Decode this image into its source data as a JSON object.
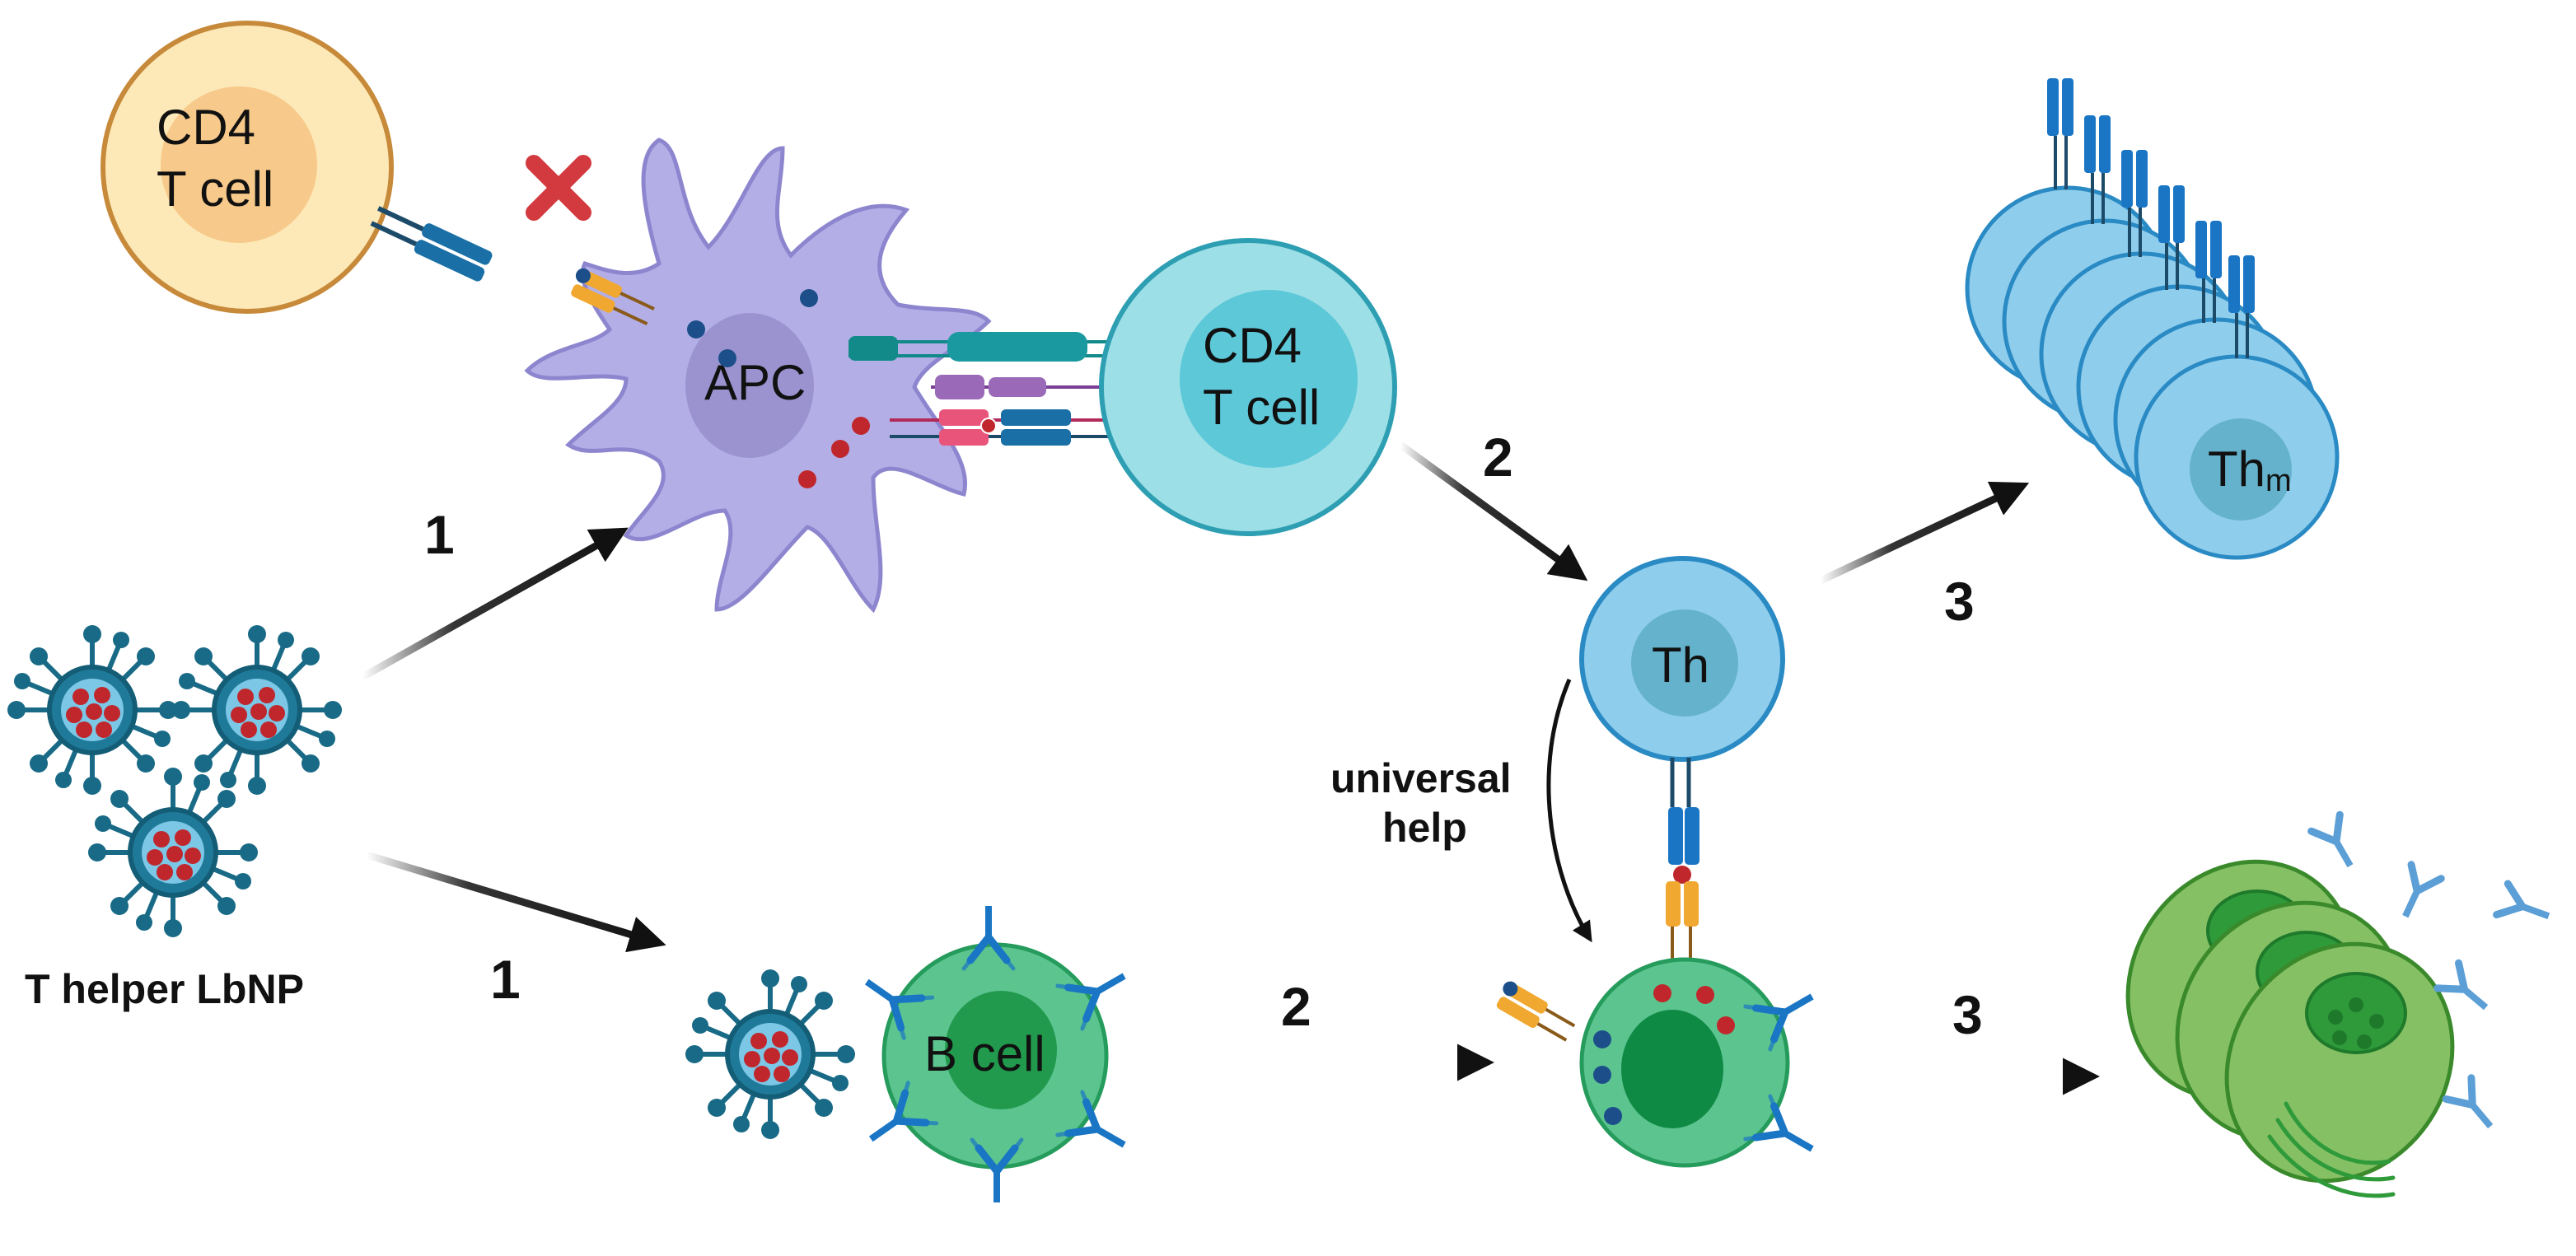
{
  "labels": {
    "cd4_top_line1": "CD4",
    "cd4_top_line2": "T cell",
    "apc": "APC",
    "cd4_mid_line1": "CD4",
    "cd4_mid_line2": "T cell",
    "th": "Th",
    "thm_main": "Th",
    "thm_sub": "m",
    "b_cell": "B cell",
    "universal_help_line1": "universal",
    "universal_help_line2": "help",
    "lbnp": "T helper LbNP"
  },
  "steps": {
    "s1_top": "1",
    "s1_bottom": "1",
    "s2_top": "2",
    "s2_bottom": "2",
    "s3_top": "3",
    "s3_bottom": "3"
  },
  "icons": {
    "blocked": "cross-mark-icon",
    "antibody": "y-shaped-antibody-icon",
    "nanoparticle": "lipid-nanoparticle-icon"
  },
  "colors": {
    "cd4_naive": "#fde9b8",
    "apc": "#b3aee6",
    "cd4_active": "#9ddfe6",
    "th": "#8fcdec",
    "b_cell": "#5cc48f",
    "plasma": "#86c064",
    "antibody": "#1a76c4",
    "lbnp": "#186a86",
    "cargo": "#c0272d",
    "cross": "#d23a3f"
  }
}
